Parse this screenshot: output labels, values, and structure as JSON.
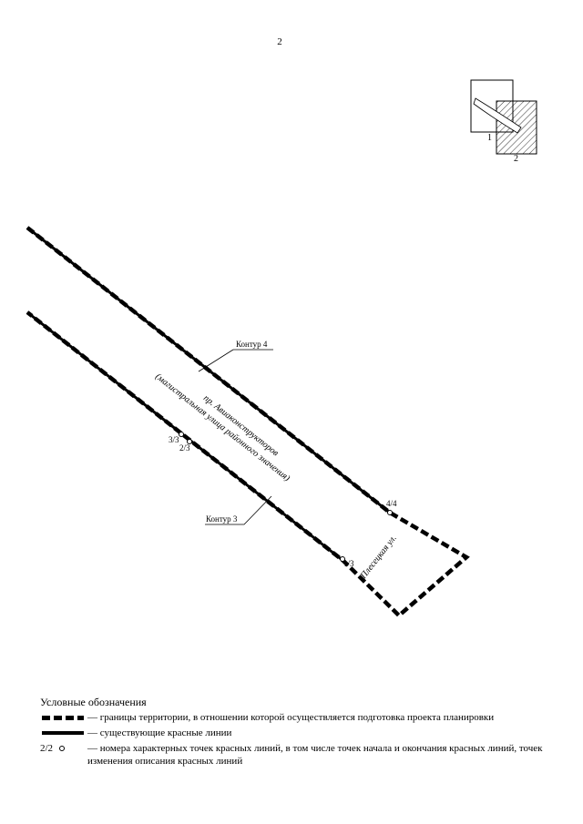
{
  "page_number": "2",
  "inset": {
    "sheet1": "1",
    "sheet2": "2"
  },
  "map": {
    "contour4": "Контур 4",
    "contour3": "Контур 3",
    "street_name": "пр. Авиаконструкторов",
    "street_class": "(магистральная улица районного значения)",
    "side_street": "Плесецкая ул.",
    "points": {
      "p3_3": "3/3",
      "p2_3": "2/3",
      "p4_4": "4/4",
      "p1_3": "1/3"
    }
  },
  "legend": {
    "title": "Условные обозначения",
    "items": [
      {
        "type": "dashed",
        "text": "— границы территории, в отношении которой осуществляется подготовка проекта планировки"
      },
      {
        "type": "solid",
        "text": "— существующие красные линии"
      },
      {
        "type": "point",
        "symbol": "2/2",
        "text": "— номера характерных точек красных линий, в том числе точек начала и окончания красных линий, точек изменения описания красных линий"
      }
    ]
  },
  "colors": {
    "line": "#000000",
    "background": "#ffffff"
  }
}
